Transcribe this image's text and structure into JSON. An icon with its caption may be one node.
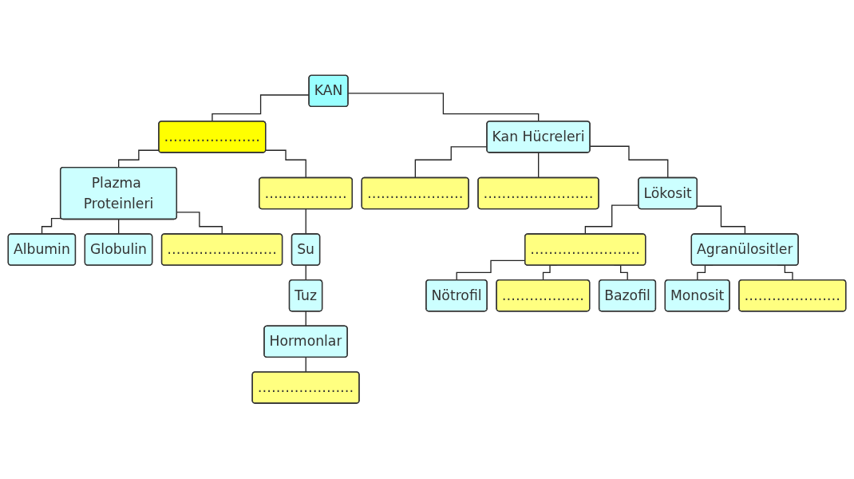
{
  "diagram": {
    "nodes": [
      {
        "text": [
          "KAN"
        ]
      },
      {
        "text": [
          "…………………"
        ]
      },
      {
        "text": [
          "Kan Hücreleri"
        ]
      },
      {
        "text": [
          "Plazma Proteinleri"
        ]
      },
      {
        "text": [
          "………………"
        ]
      },
      {
        "text": [
          "…………………"
        ]
      },
      {
        "text": [
          "……………………"
        ]
      },
      {
        "text": [
          "Albumin"
        ]
      },
      {
        "text": [
          "Su"
        ]
      },
      {
        "text": [
          "Lökosit"
        ]
      },
      {
        "text": [
          "Tuz"
        ]
      },
      {
        "text": [
          "Globulin"
        ]
      },
      {
        "text": [
          "Hormonlar"
        ]
      },
      {
        "text": [
          "……………………"
        ]
      },
      {
        "text": [
          "Agranülositler"
        ]
      },
      {
        "text": [
          "……………………"
        ]
      },
      {
        "text": [
          "…………………"
        ]
      },
      {
        "text": [
          "Nötrofil"
        ]
      },
      {
        "text": [
          "Monosit"
        ]
      },
      {
        "text": [
          "………………"
        ]
      },
      {
        "text": [
          "…………………"
        ]
      },
      {
        "text": [
          "Bazofil"
        ]
      }
    ],
    "edges": [
      {
        "from": 0,
        "to": 1,
        "arrow": "none"
      },
      {
        "from": 0,
        "to": 2,
        "arrow": "none"
      },
      {
        "from": 1,
        "to": 3,
        "arrow": "none"
      },
      {
        "from": 1,
        "to": 4,
        "arrow": "none"
      },
      {
        "from": 3,
        "to": 7,
        "arrow": "none"
      },
      {
        "from": 3,
        "to": 11,
        "arrow": "none"
      },
      {
        "from": 3,
        "to": 15,
        "arrow": "none"
      },
      {
        "from": 4,
        "to": 8,
        "arrow": "none"
      },
      {
        "from": 8,
        "to": 10,
        "arrow": "none"
      },
      {
        "from": 10,
        "to": 12,
        "arrow": "none"
      },
      {
        "from": 12,
        "to": 16,
        "arrow": "none"
      },
      {
        "from": 2,
        "to": 5,
        "arrow": "none"
      },
      {
        "from": 2,
        "to": 6,
        "arrow": "none"
      },
      {
        "from": 2,
        "to": 9,
        "arrow": "none"
      },
      {
        "from": 9,
        "to": 13,
        "arrow": "none"
      },
      {
        "from": 9,
        "to": 14,
        "arrow": "none"
      },
      {
        "from": 13,
        "to": 17,
        "arrow": "none"
      },
      {
        "from": 13,
        "to": 19,
        "arrow": "none"
      },
      {
        "from": 13,
        "to": 21,
        "arrow": "none"
      },
      {
        "from": 14,
        "to": 18,
        "arrow": "none"
      },
      {
        "from": 14,
        "to": 20,
        "arrow": "none"
      }
    ]
  }
}
